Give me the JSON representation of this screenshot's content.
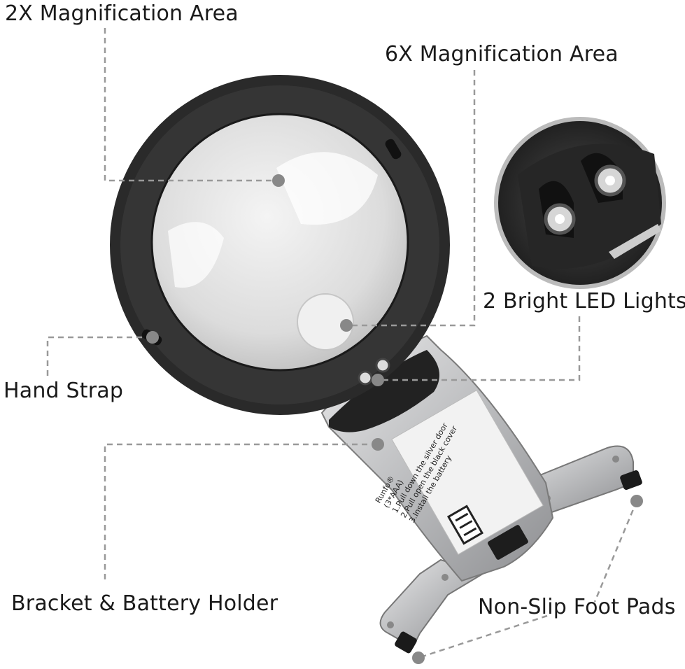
{
  "labels": {
    "mag_2x": "2X Magnification Area",
    "mag_6x": "6X Magnification Area",
    "led": "2 Bright LED Lights",
    "strap": "Hand Strap",
    "bracket": "Bracket & Battery Holder",
    "feet": "Non-Slip Foot Pads"
  },
  "sticker": {
    "line1": "1.Pull down the silver door",
    "line2": "2.Pull open the black cover",
    "line3": "3.Install the battery",
    "battery": "(3*AAA)",
    "brand": "Runfo®"
  },
  "colors": {
    "callout_line": "#999999",
    "callout_dot": "#888888",
    "frame": "#2b2b2b",
    "lens": "#e6e6e6",
    "silver": "#c9cacc"
  }
}
